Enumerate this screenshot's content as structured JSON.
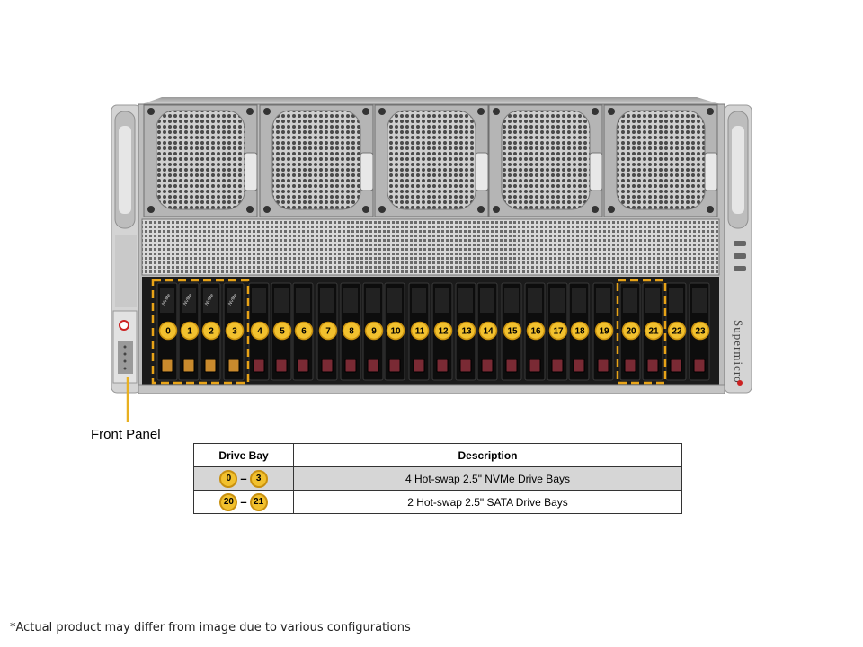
{
  "callout": {
    "front_panel": "Front Panel"
  },
  "brand": "Supermicro",
  "bay_numbers": [
    "0",
    "1",
    "2",
    "3",
    "4",
    "5",
    "6",
    "7",
    "8",
    "9",
    "10",
    "11",
    "12",
    "13",
    "14",
    "15",
    "16",
    "17",
    "18",
    "19",
    "20",
    "21",
    "22",
    "23"
  ],
  "tray_label": "NVMe",
  "table": {
    "headers": [
      "Drive Bay",
      "Description"
    ],
    "rows": [
      {
        "from": "0",
        "to": "3",
        "description": "4 Hot-swap 2.5\" NVMe Drive Bays"
      },
      {
        "from": "20",
        "to": "21",
        "description": "2 Hot-swap 2.5\" SATA Drive Bays"
      }
    ]
  },
  "footnote": "*Actual product may differ from image due to various configurations",
  "colors": {
    "badge_fill": "#f2c12e",
    "badge_stroke": "#c8900f",
    "highlight_dash": "#e8a317",
    "nvme_latch": "#c98a2d",
    "sata_latch": "#7a2a34"
  }
}
